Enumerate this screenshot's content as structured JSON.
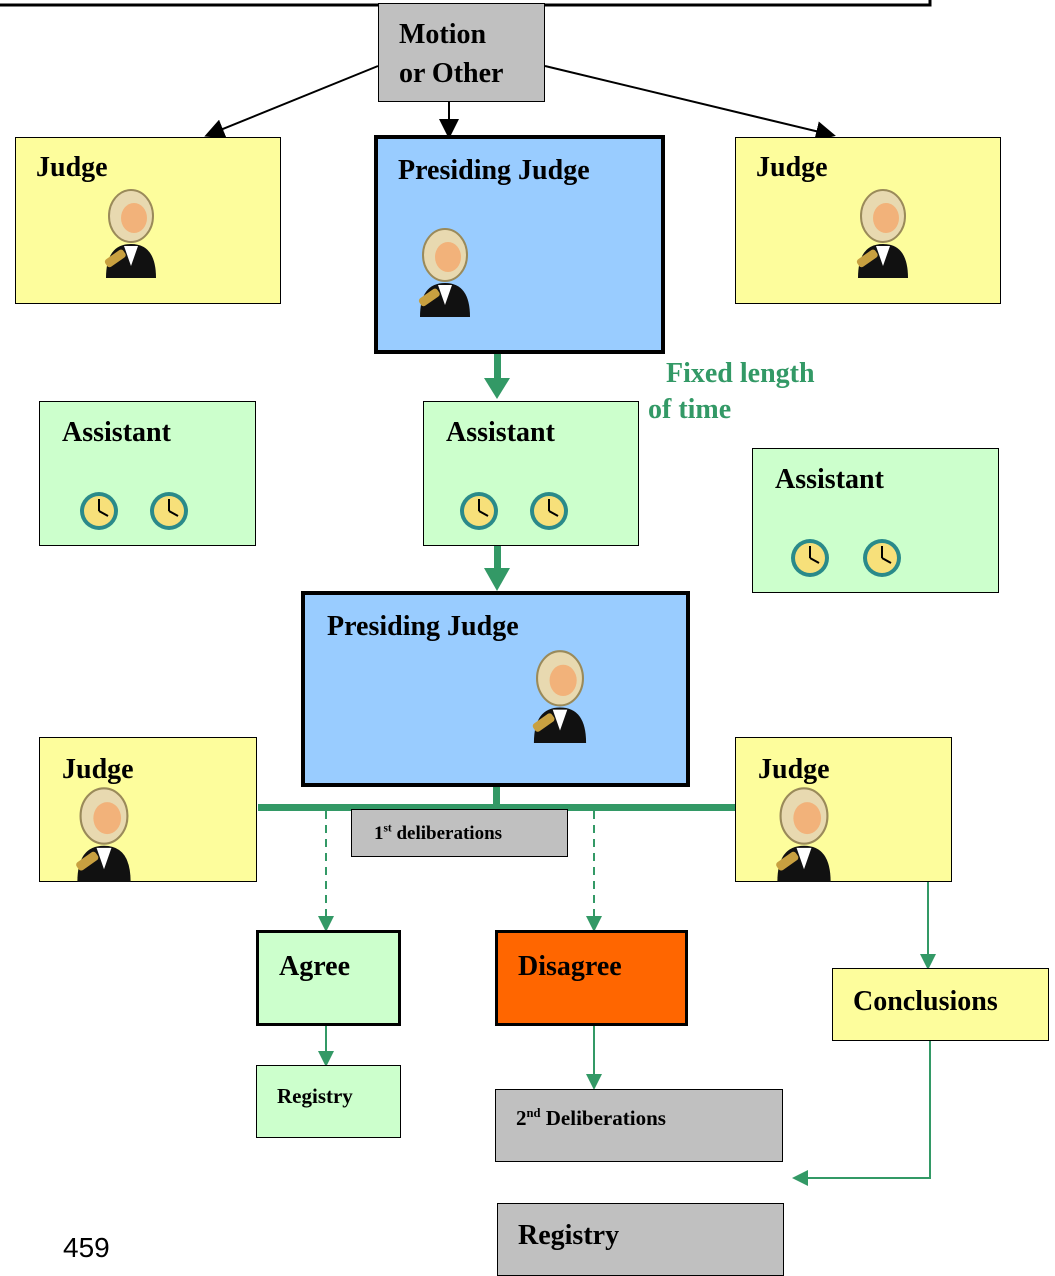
{
  "motion": {
    "line1": "Motion",
    "line2": "or Other"
  },
  "top": {
    "judge_left": "Judge",
    "presiding": "Presiding Judge",
    "judge_right": "Judge"
  },
  "note": {
    "line1": "Fixed length",
    "line2": "of time"
  },
  "assistants": {
    "left": "Assistant",
    "center": "Assistant",
    "right": "Assistant"
  },
  "middle": {
    "presiding": "Presiding Judge",
    "judge_left": "Judge",
    "judge_right": "Judge",
    "first_deliberations": {
      "sup": "st",
      "num": "1",
      "text": " deliberations"
    }
  },
  "outcomes": {
    "agree": "Agree",
    "disagree": "Disagree",
    "conclusions": "Conclusions",
    "registry_small": "Registry",
    "second_deliberations": {
      "num": "2",
      "sup": "nd",
      "text": " Deliberations"
    },
    "registry_large": "Registry"
  },
  "page_number": "459",
  "colors": {
    "yellow": "#fdfd9c",
    "blue": "#99ccff",
    "green": "#ccffcc",
    "gray": "#c0c0c0",
    "orange": "#ff6600",
    "arrow_green": "#339966"
  },
  "icons": {
    "judge": "judge-wig-gavel-icon",
    "clock": "clock-icon"
  }
}
